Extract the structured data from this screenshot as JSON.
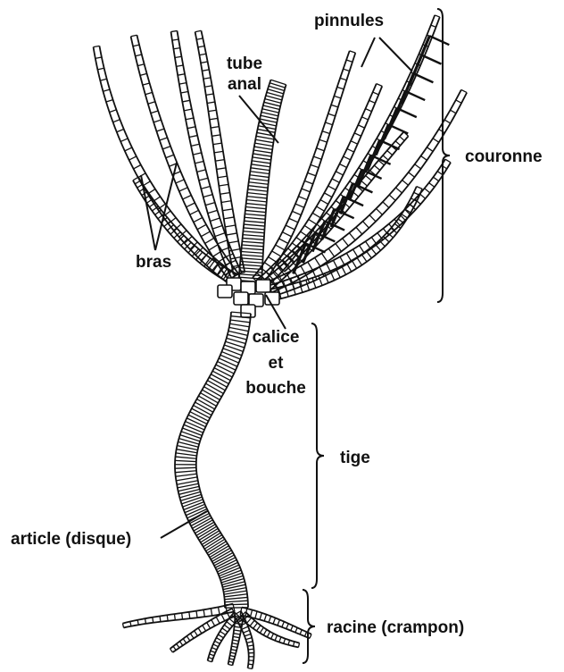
{
  "diagram": {
    "labels": {
      "pinnules": "pinnules",
      "tube": "tube",
      "anal": "anal",
      "couronne": "couronne",
      "bras": "bras",
      "calice": "calice",
      "et": "et",
      "bouche": "bouche",
      "tige": "tige",
      "article": "article (disque)",
      "racine": "racine (crampon)"
    },
    "colors": {
      "ink": "#111111",
      "background": "#ffffff"
    }
  }
}
